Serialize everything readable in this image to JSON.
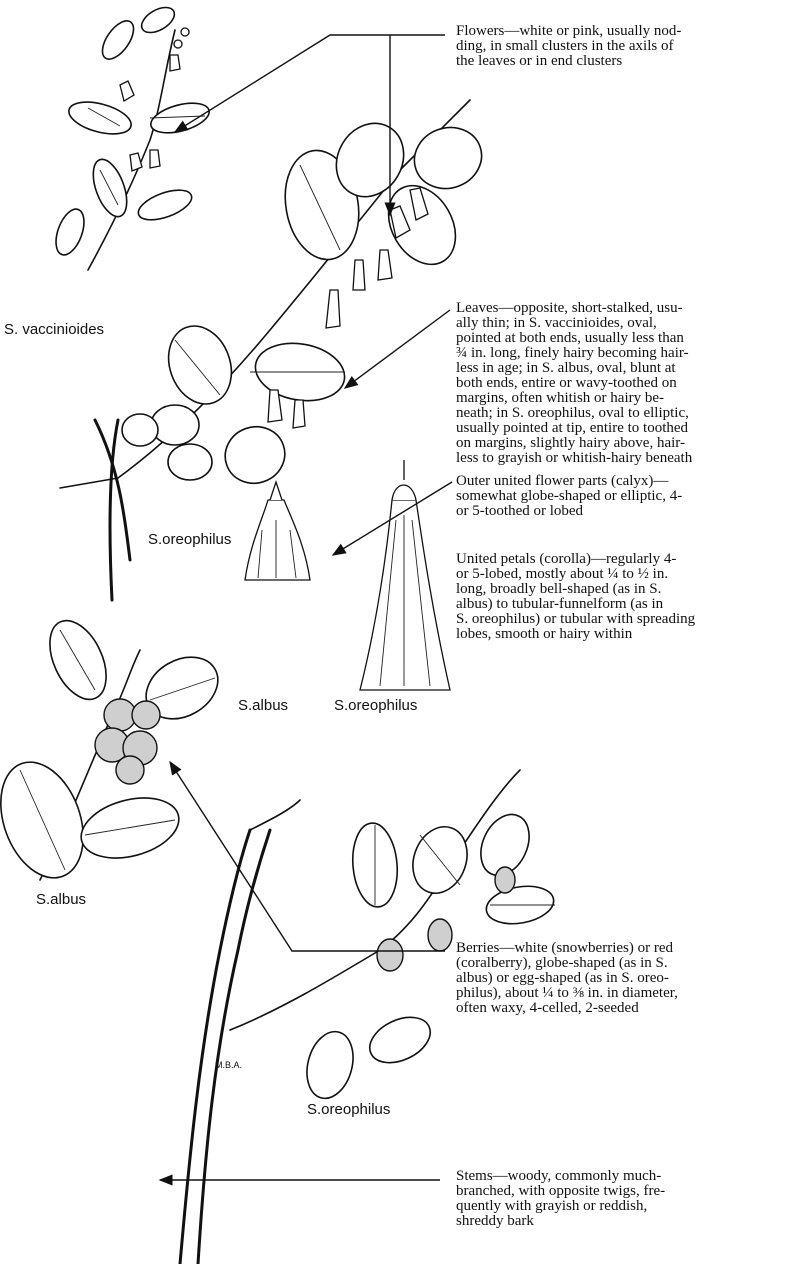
{
  "descriptions": {
    "flowers": [
      "Flowers—white or pink, usually nod-",
      "ding, in small clusters in the axils of",
      "the leaves or in end clusters"
    ],
    "leaves": [
      "Leaves—opposite, short-stalked, usu-",
      "ally thin; in S. vaccinioides, oval,",
      "pointed at both ends, usually less than",
      "¾ in. long, finely hairy becoming hair-",
      "less in age; in S. albus, oval, blunt at",
      "both ends, entire or wavy-toothed on",
      "margins, often whitish or hairy be-",
      "neath; in S. oreophilus, oval to elliptic,",
      "usually pointed at tip, entire to toothed",
      "on margins, slightly hairy above, hair-",
      "less to grayish or whitish-hairy beneath"
    ],
    "calyx": [
      "Outer united flower parts (calyx)—",
      "somewhat globe-shaped or elliptic, 4-",
      "or 5-toothed or lobed"
    ],
    "corolla": [
      "United petals (corolla)—regularly 4-",
      "or 5-lobed, mostly about ¼ to ½ in.",
      "long, broadly bell-shaped (as in S.",
      "albus) to tubular-funnelform (as in",
      "S. oreophilus) or tubular with spreading",
      "lobes, smooth or hairy within"
    ],
    "berries": [
      "Berries—white (snowberries) or red",
      "(coralberry), globe-shaped (as in S.",
      "albus) or egg-shaped (as in S. oreo-",
      "philus), about ¼ to ⅜ in. in diameter,",
      "often waxy, 4-celled, 2-seeded"
    ],
    "stems": [
      "Stems—woody, commonly much-",
      "branched, with opposite twigs, fre-",
      "quently with grayish or reddish,",
      "shreddy bark"
    ]
  },
  "species_labels": {
    "vaccinioides": "S. vaccinioides",
    "oreophilus_top": "S.oreophilus",
    "albus_flower": "S.albus",
    "oreophilus_flower": "S.oreophilus",
    "albus_berries": "S.albus",
    "oreophilus_bottom": "S.oreophilus"
  },
  "artist_mark": "M.B.A."
}
